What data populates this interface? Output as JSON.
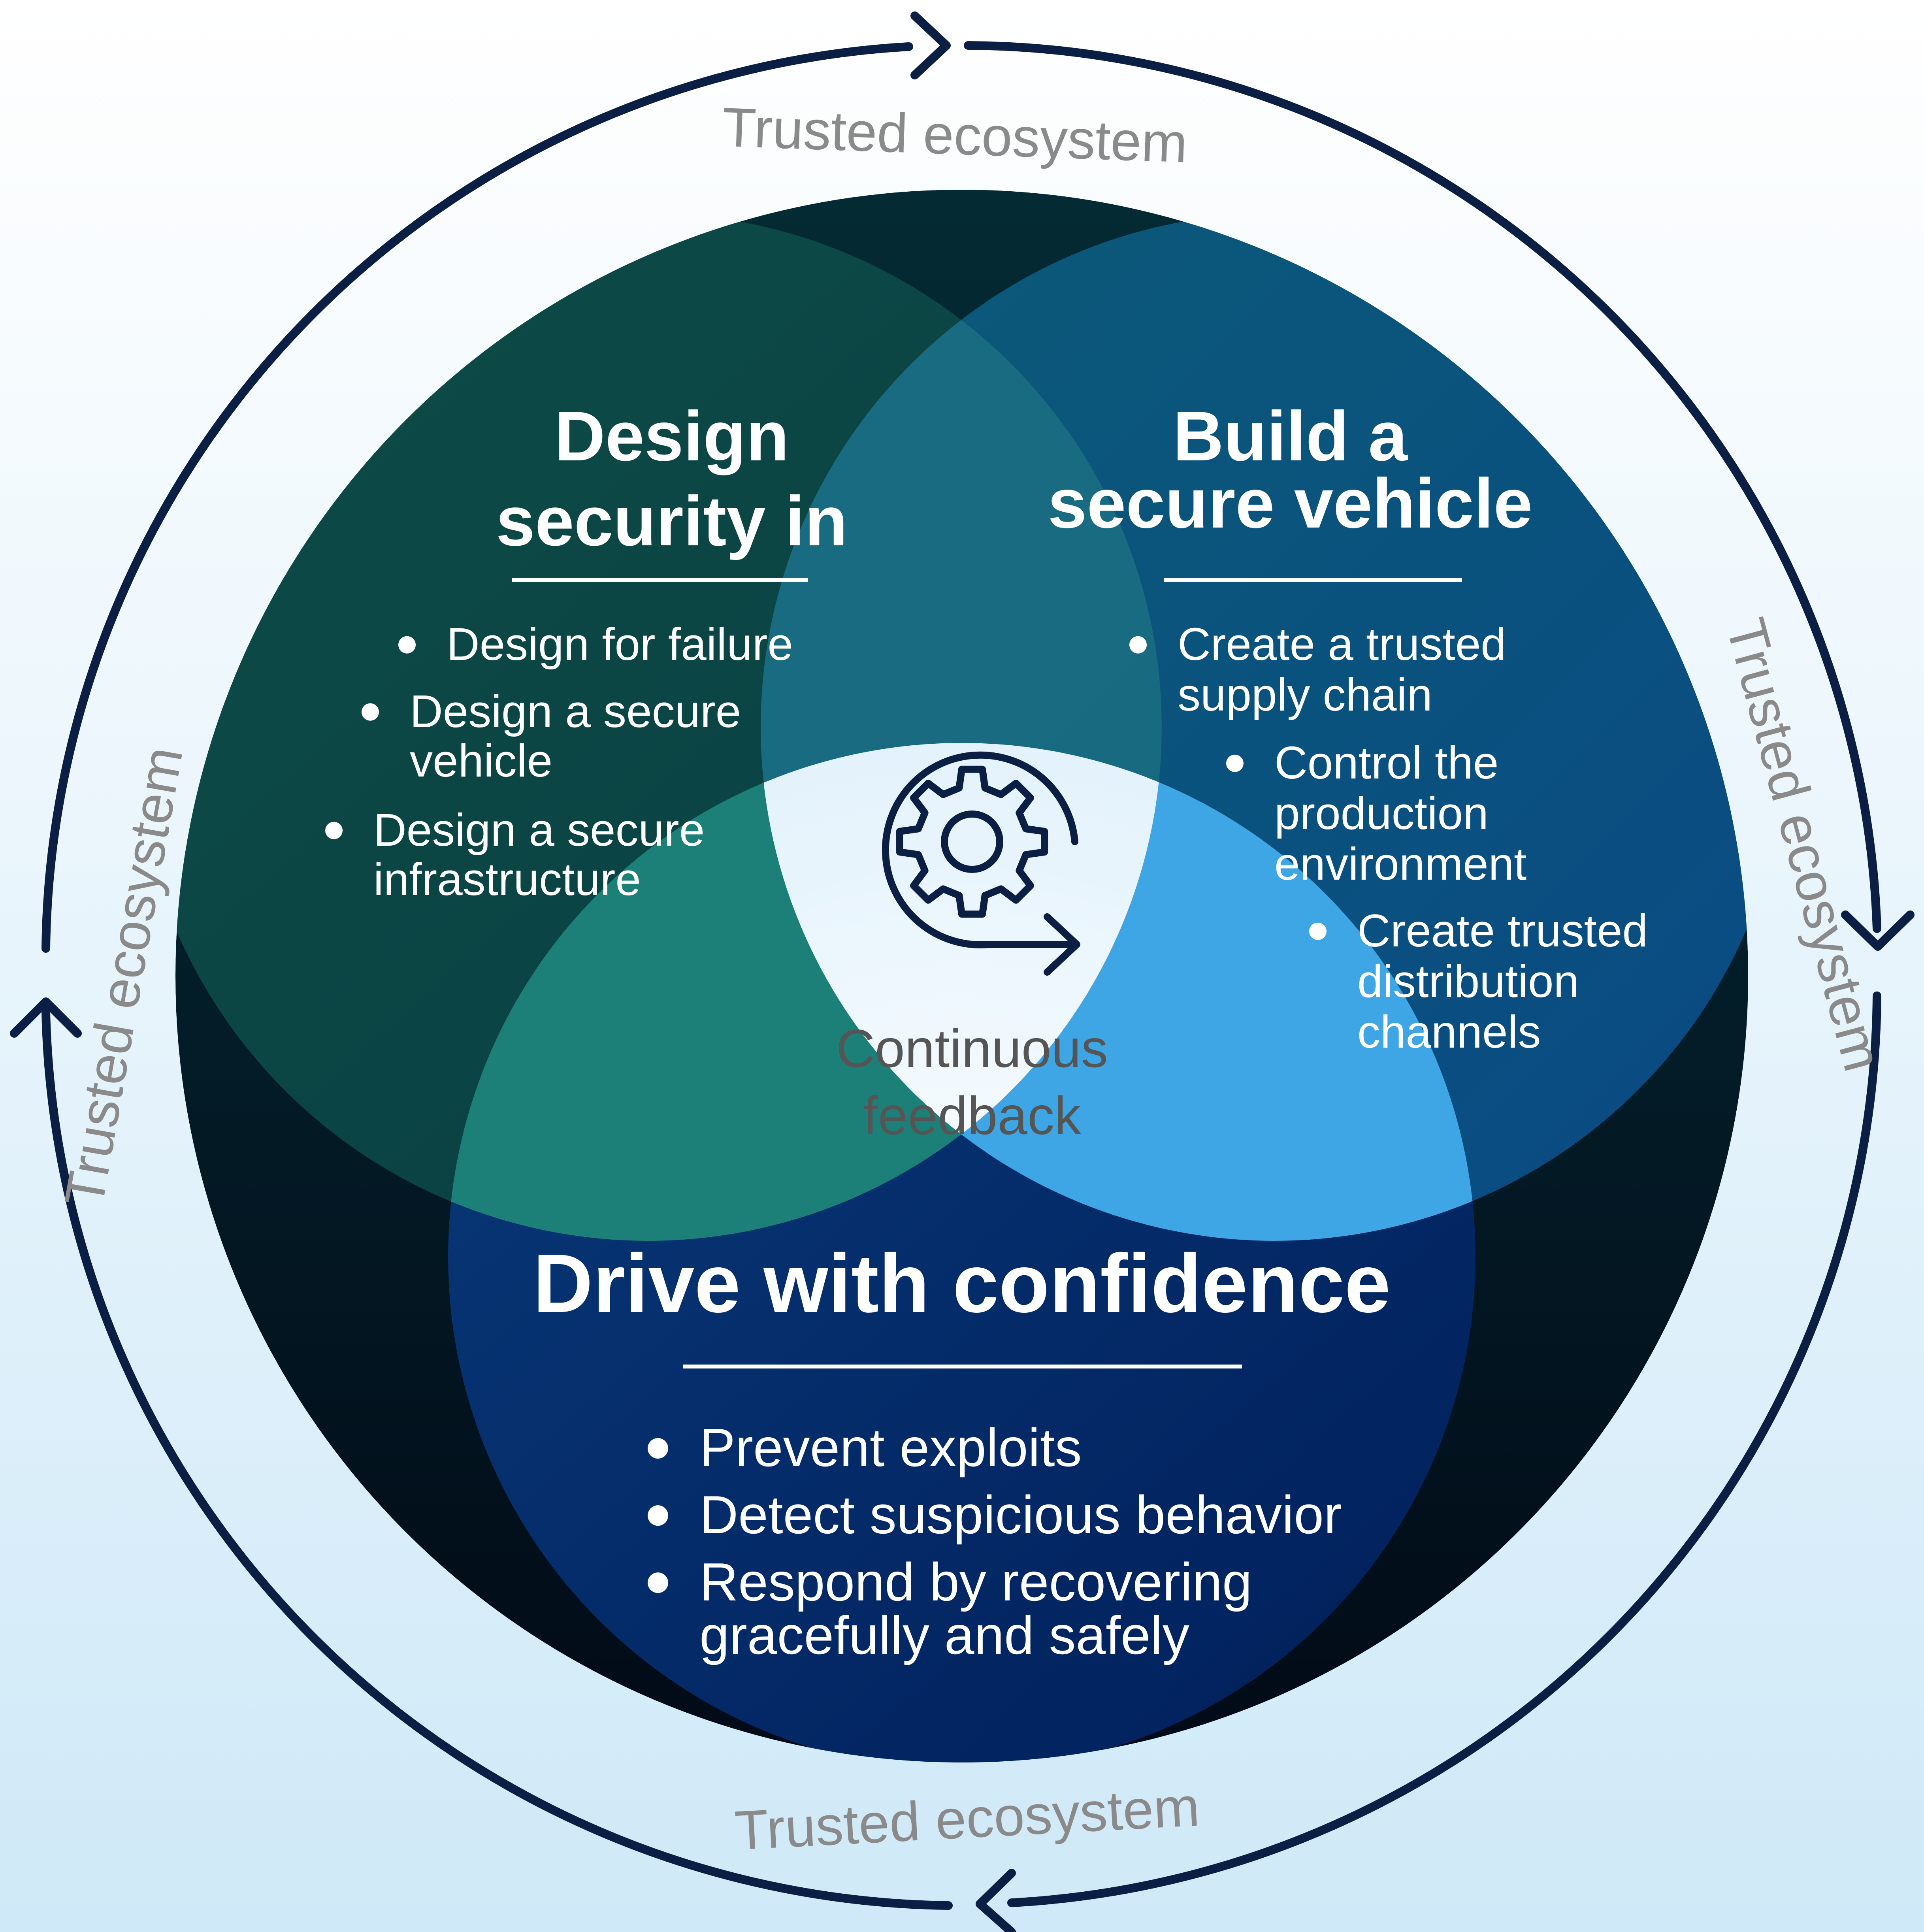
{
  "ring_label": "Trusted ecosystem",
  "center": {
    "line1": "Continuous",
    "line2": "feedback",
    "icon": "gear-cycle-icon"
  },
  "design": {
    "title_line1": "Design",
    "title_line2": "security in",
    "bullets": [
      [
        "Design for failure"
      ],
      [
        "Design a secure",
        "vehicle"
      ],
      [
        "Design a secure",
        "infrastructure"
      ]
    ]
  },
  "build": {
    "title_line1": "Build a",
    "title_line2": "secure vehicle",
    "bullets": [
      [
        "Create a trusted",
        "supply chain"
      ],
      [
        "Control the",
        "production",
        "environment"
      ],
      [
        "Create trusted",
        "distribution",
        "channels"
      ]
    ]
  },
  "drive": {
    "title": "Drive with confidence",
    "bullets": [
      [
        "Prevent exploits"
      ],
      [
        "Detect suspicious behavior"
      ],
      [
        "Respond by recovering",
        "gracefully and safely"
      ]
    ]
  },
  "colors": {
    "background_top": "#ffffff",
    "background_bottom": "#cfe9f8",
    "ring": "#0b1f45",
    "design_region": "#1c8079",
    "build_region": "#3fa6e6",
    "drive_region": "#00205f",
    "center": "#eef7fd"
  }
}
